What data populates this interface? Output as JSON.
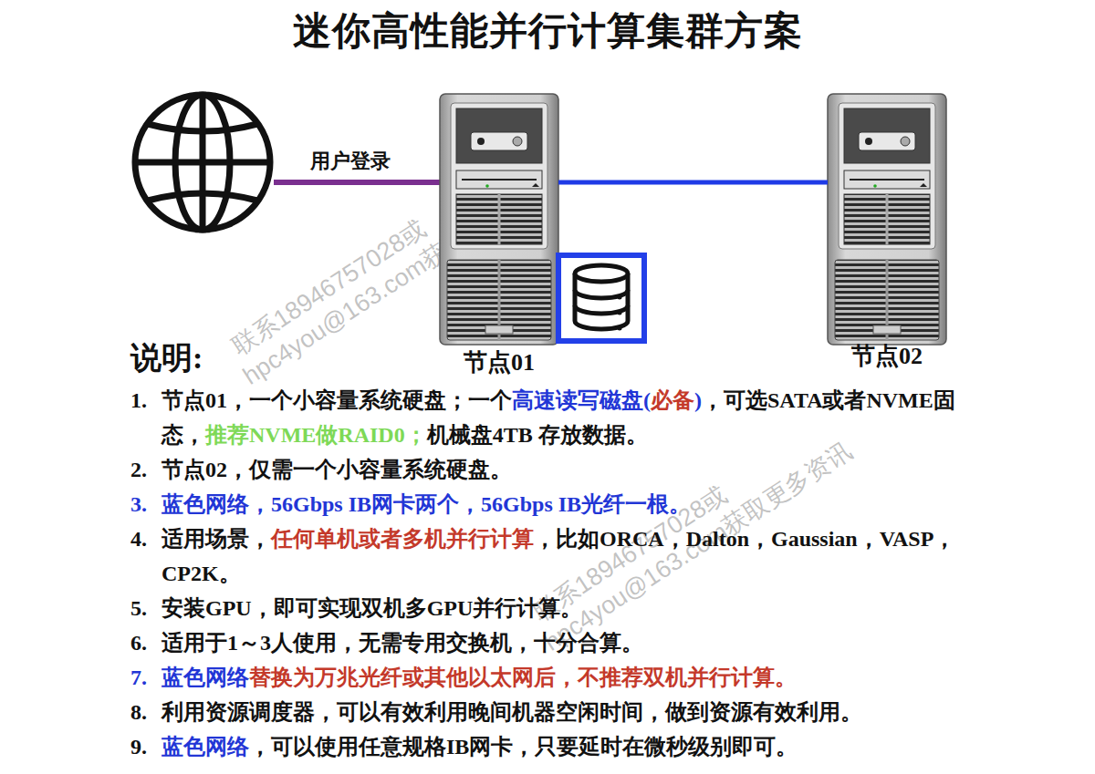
{
  "diagram": {
    "title": "迷你高性能并行计算集群方案",
    "nodes": [
      {
        "text": [
          "节点01"
        ]
      },
      {
        "text": [
          "节点02"
        ]
      }
    ],
    "edges": [
      {
        "from": 0,
        "to": 1,
        "arrow": "none"
      }
    ],
    "labels": [
      "用户登录",
      "说明:",
      "1.",
      "节点01，一个小容量系统硬盘；一个",
      "高速读写磁盘(",
      "必备",
      ")",
      "，可选SATA或者NVME固态，",
      "推荐NVME做RAID0；",
      "机械盘4TB 存放数据。",
      "2.",
      "节点02，仅需一个小容量系统硬盘。",
      "3.",
      "蓝色网络，56Gbps IB网卡两个，56Gbps IB光纤一根。",
      "4.",
      "适用场景，",
      "任何单机或者多机并行计算",
      "，比如ORCA，Dalton，Gaussian，VASP，CP2K。",
      "5.",
      "安装GPU，即可实现双机多GPU并行计算。",
      "6.",
      "适用于1～3人使用，无需专用交换机，十分合算。",
      "7.",
      "蓝色网络",
      "替换为万兆光纤或其他以太网后，不推荐双机并行计算。",
      "8.",
      "利用资源调度器，可以有效利用晚间机器空闲时间，做到资源有效利用。",
      "9.",
      "蓝色网络",
      "，可以使用任意规格IB网卡，只要延时在微秒级别即可。",
      "联系18946757028或",
      "hpc4you@163.com获取更多资讯",
      "联系18946757028或",
      "hpc4you@163.com获取更多资讯"
    ]
  }
}
